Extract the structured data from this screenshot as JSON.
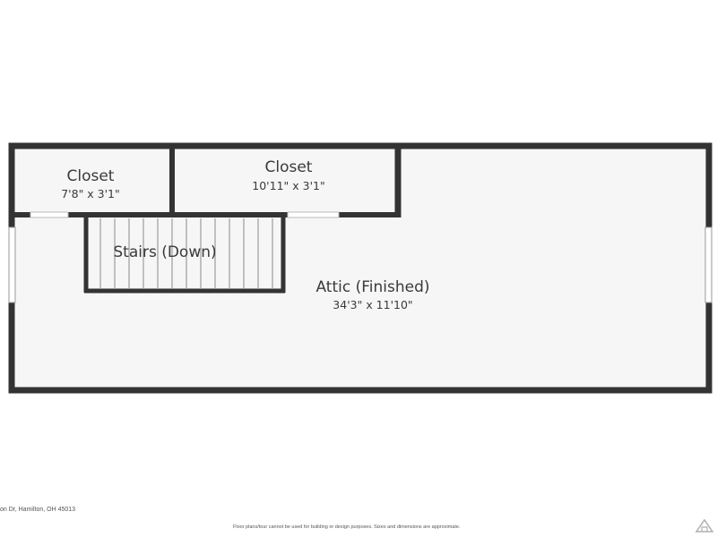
{
  "rooms": {
    "closet_left": {
      "name": "Closet",
      "dimensions": "7'8\" x 3'1\""
    },
    "closet_right": {
      "name": "Closet",
      "dimensions": "10'11\" x 3'1\""
    },
    "stairs": {
      "name": "Stairs (Down)"
    },
    "attic": {
      "name": "Attic (Finished)",
      "dimensions": "34'3\" x 11'10\""
    }
  },
  "footer": {
    "address": "on Dr, Hamilton, OH 45013",
    "disclaimer": "Floor plans/tour cannot be used for building or design purposes. Sizes and dimensions are approximate."
  },
  "colors": {
    "wall": "#333333",
    "floor": "#f6f6f6",
    "window": "#cfcfcf",
    "text": "#3a3a3a"
  }
}
